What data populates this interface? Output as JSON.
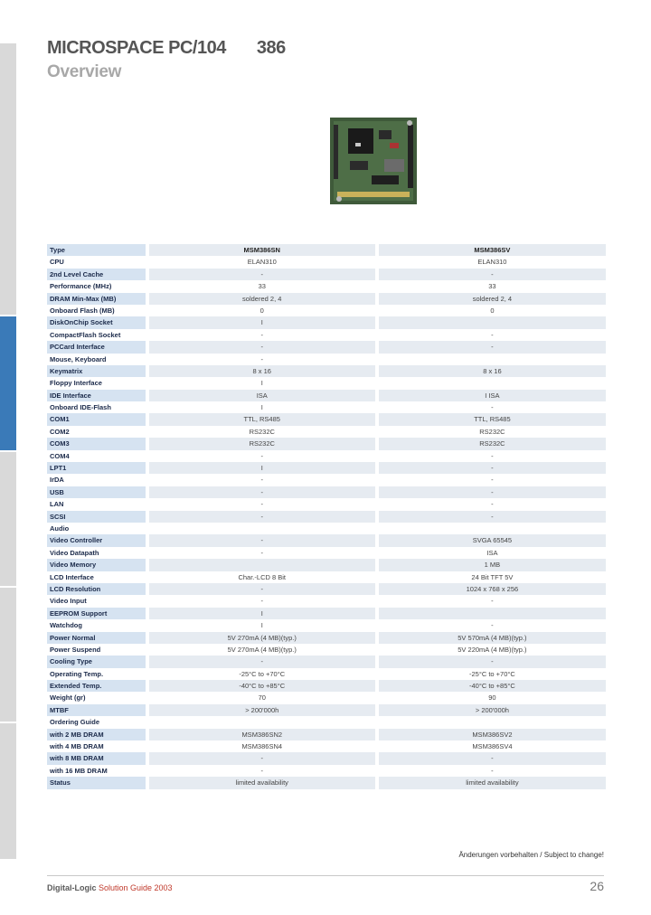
{
  "header": {
    "title": "MICROSPACE PC/104",
    "model": "386",
    "subtitle": "Overview"
  },
  "table": {
    "header_label": "Type",
    "col1": "MSM386SN",
    "col2": "MSM386SV",
    "rows": [
      {
        "label": "CPU",
        "v1": "ELAN310",
        "v2": "ELAN310"
      },
      {
        "label": "2nd Level Cache",
        "v1": "-",
        "v2": "-"
      },
      {
        "label": "Performance (MHz)",
        "v1": "33",
        "v2": "33"
      },
      {
        "label": "DRAM Min-Max (MB)",
        "v1": "soldered 2, 4",
        "v2": "soldered 2, 4"
      },
      {
        "label": "Onboard Flash (MB)",
        "v1": "0",
        "v2": "0"
      },
      {
        "label": "DiskOnChip Socket",
        "v1": "I",
        "v2": ""
      },
      {
        "label": "CompactFlash Socket",
        "v1": "-",
        "v2": "-"
      },
      {
        "label": "PCCard Interface",
        "v1": "-",
        "v2": "-"
      },
      {
        "label": "Mouse, Keyboard",
        "v1": "-",
        "v2": ""
      },
      {
        "label": "Keymatrix",
        "v1": "8 x 16",
        "v2": "8 x 16"
      },
      {
        "label": "Floppy Interface",
        "v1": "I",
        "v2": ""
      },
      {
        "label": "IDE Interface",
        "v1": "ISA",
        "v2": "I ISA"
      },
      {
        "label": "Onboard IDE-Flash",
        "v1": "I",
        "v2": "-"
      },
      {
        "label": "COM1",
        "v1": "TTL, RS485",
        "v2": "TTL, RS485"
      },
      {
        "label": "COM2",
        "v1": "RS232C",
        "v2": "RS232C"
      },
      {
        "label": "COM3",
        "v1": "RS232C",
        "v2": "RS232C"
      },
      {
        "label": "COM4",
        "v1": "-",
        "v2": "-"
      },
      {
        "label": "LPT1",
        "v1": "I",
        "v2": "-"
      },
      {
        "label": "IrDA",
        "v1": "-",
        "v2": "-"
      },
      {
        "label": "USB",
        "v1": "-",
        "v2": "-"
      },
      {
        "label": "LAN",
        "v1": "-",
        "v2": "-"
      },
      {
        "label": "SCSI",
        "v1": "-",
        "v2": "-"
      },
      {
        "label": "Audio",
        "v1": "",
        "v2": ""
      },
      {
        "label": "Video Controller",
        "v1": "-",
        "v2": "SVGA 65545"
      },
      {
        "label": "Video Datapath",
        "v1": "-",
        "v2": "ISA"
      },
      {
        "label": "Video Memory",
        "v1": "",
        "v2": "1 MB"
      },
      {
        "label": "LCD Interface",
        "v1": "Char.-LCD 8 Bit",
        "v2": "24 Bit TFT 5V"
      },
      {
        "label": "LCD Resolution",
        "v1": "-",
        "v2": "1024 x 768 x 256"
      },
      {
        "label": "Video Input",
        "v1": "-",
        "v2": "-"
      },
      {
        "label": "EEPROM Support",
        "v1": "I",
        "v2": ""
      },
      {
        "label": "Watchdog",
        "v1": "I",
        "v2": "-"
      },
      {
        "label": "Power Normal",
        "v1": "5V 270mA (4 MB)(typ.)",
        "v2": "5V 570mA (4 MB)(typ.)"
      },
      {
        "label": "Power Suspend",
        "v1": "5V 270mA (4 MB)(typ.)",
        "v2": "5V 220mA (4 MB)(typ.)"
      },
      {
        "label": "Cooling Type",
        "v1": "-",
        "v2": "-"
      },
      {
        "label": "Operating Temp.",
        "v1": "-25°C to +70°C",
        "v2": "-25°C to +70°C"
      },
      {
        "label": "Extended Temp.",
        "v1": "-40°C to +85°C",
        "v2": "-40°C to +85°C"
      },
      {
        "label": "Weight (gr)",
        "v1": "70",
        "v2": "90"
      },
      {
        "label": "MTBF",
        "v1": "> 200'000h",
        "v2": "> 200'000h"
      },
      {
        "label": "Ordering Guide",
        "v1": "",
        "v2": ""
      },
      {
        "label": "with   2 MB DRAM",
        "v1": "MSM386SN2",
        "v2": "MSM386SV2"
      },
      {
        "label": "with   4 MB DRAM",
        "v1": "MSM386SN4",
        "v2": "MSM386SV4"
      },
      {
        "label": "with   8 MB DRAM",
        "v1": "-",
        "v2": "-"
      },
      {
        "label": "with 16 MB DRAM",
        "v1": "-",
        "v2": "-"
      },
      {
        "label": "Status",
        "v1": "limited availability",
        "v2": "limited availability"
      }
    ]
  },
  "note": "Änderungen vorbehalten / Subject to change!",
  "footer": {
    "brand": "Digital-Logic",
    "guide": " Solution Guide 2003",
    "page": "26"
  }
}
